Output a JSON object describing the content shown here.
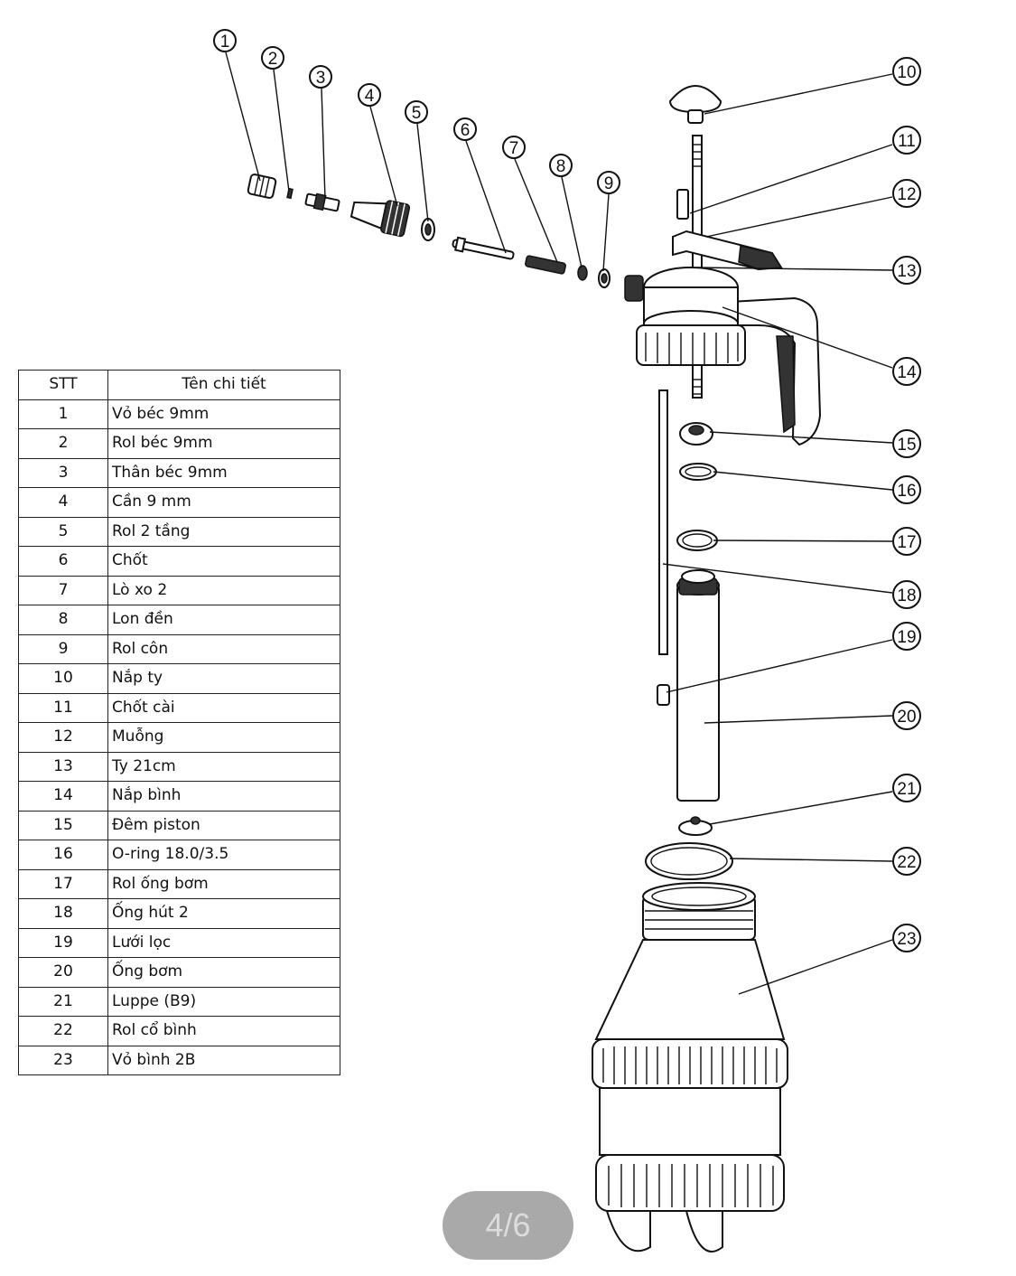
{
  "table": {
    "header": {
      "index": "STT",
      "name": "Tên chi tiết"
    },
    "rows": [
      {
        "index": "1",
        "name": "Vỏ béc 9mm"
      },
      {
        "index": "2",
        "name": "Rol béc 9mm"
      },
      {
        "index": "3",
        "name": "Thân béc 9mm"
      },
      {
        "index": "4",
        "name": "Cần 9 mm"
      },
      {
        "index": "5",
        "name": "Rol 2 tầng"
      },
      {
        "index": "6",
        "name": "Chốt"
      },
      {
        "index": "7",
        "name": "Lò xo 2"
      },
      {
        "index": "8",
        "name": "Lon đền"
      },
      {
        "index": "9",
        "name": "Rol côn"
      },
      {
        "index": "10",
        "name": "Nắp ty"
      },
      {
        "index": "11",
        "name": "Chốt cài"
      },
      {
        "index": "12",
        "name": "Muỗng"
      },
      {
        "index": "13",
        "name": "Ty 21cm"
      },
      {
        "index": "14",
        "name": "Nắp bình"
      },
      {
        "index": "15",
        "name": "Đêm piston"
      },
      {
        "index": "16",
        "name": "O-ring 18.0/3.5"
      },
      {
        "index": "17",
        "name": "Rol ống bơm"
      },
      {
        "index": "18",
        "name": "Ống hút 2"
      },
      {
        "index": "19",
        "name": "Lưới lọc"
      },
      {
        "index": "20",
        "name": "Ống bơm"
      },
      {
        "index": "21",
        "name": "Luppe (B9)"
      },
      {
        "index": "22",
        "name": "Rol cổ bình"
      },
      {
        "index": "23",
        "name": "Vỏ bình 2B"
      }
    ]
  },
  "callouts": [
    "1",
    "2",
    "3",
    "4",
    "5",
    "6",
    "7",
    "8",
    "9",
    "10",
    "11",
    "12",
    "13",
    "14",
    "15",
    "16",
    "17",
    "18",
    "19",
    "20",
    "21",
    "22",
    "23"
  ],
  "pager": {
    "current": "4",
    "separator": "/",
    "total": "6"
  }
}
